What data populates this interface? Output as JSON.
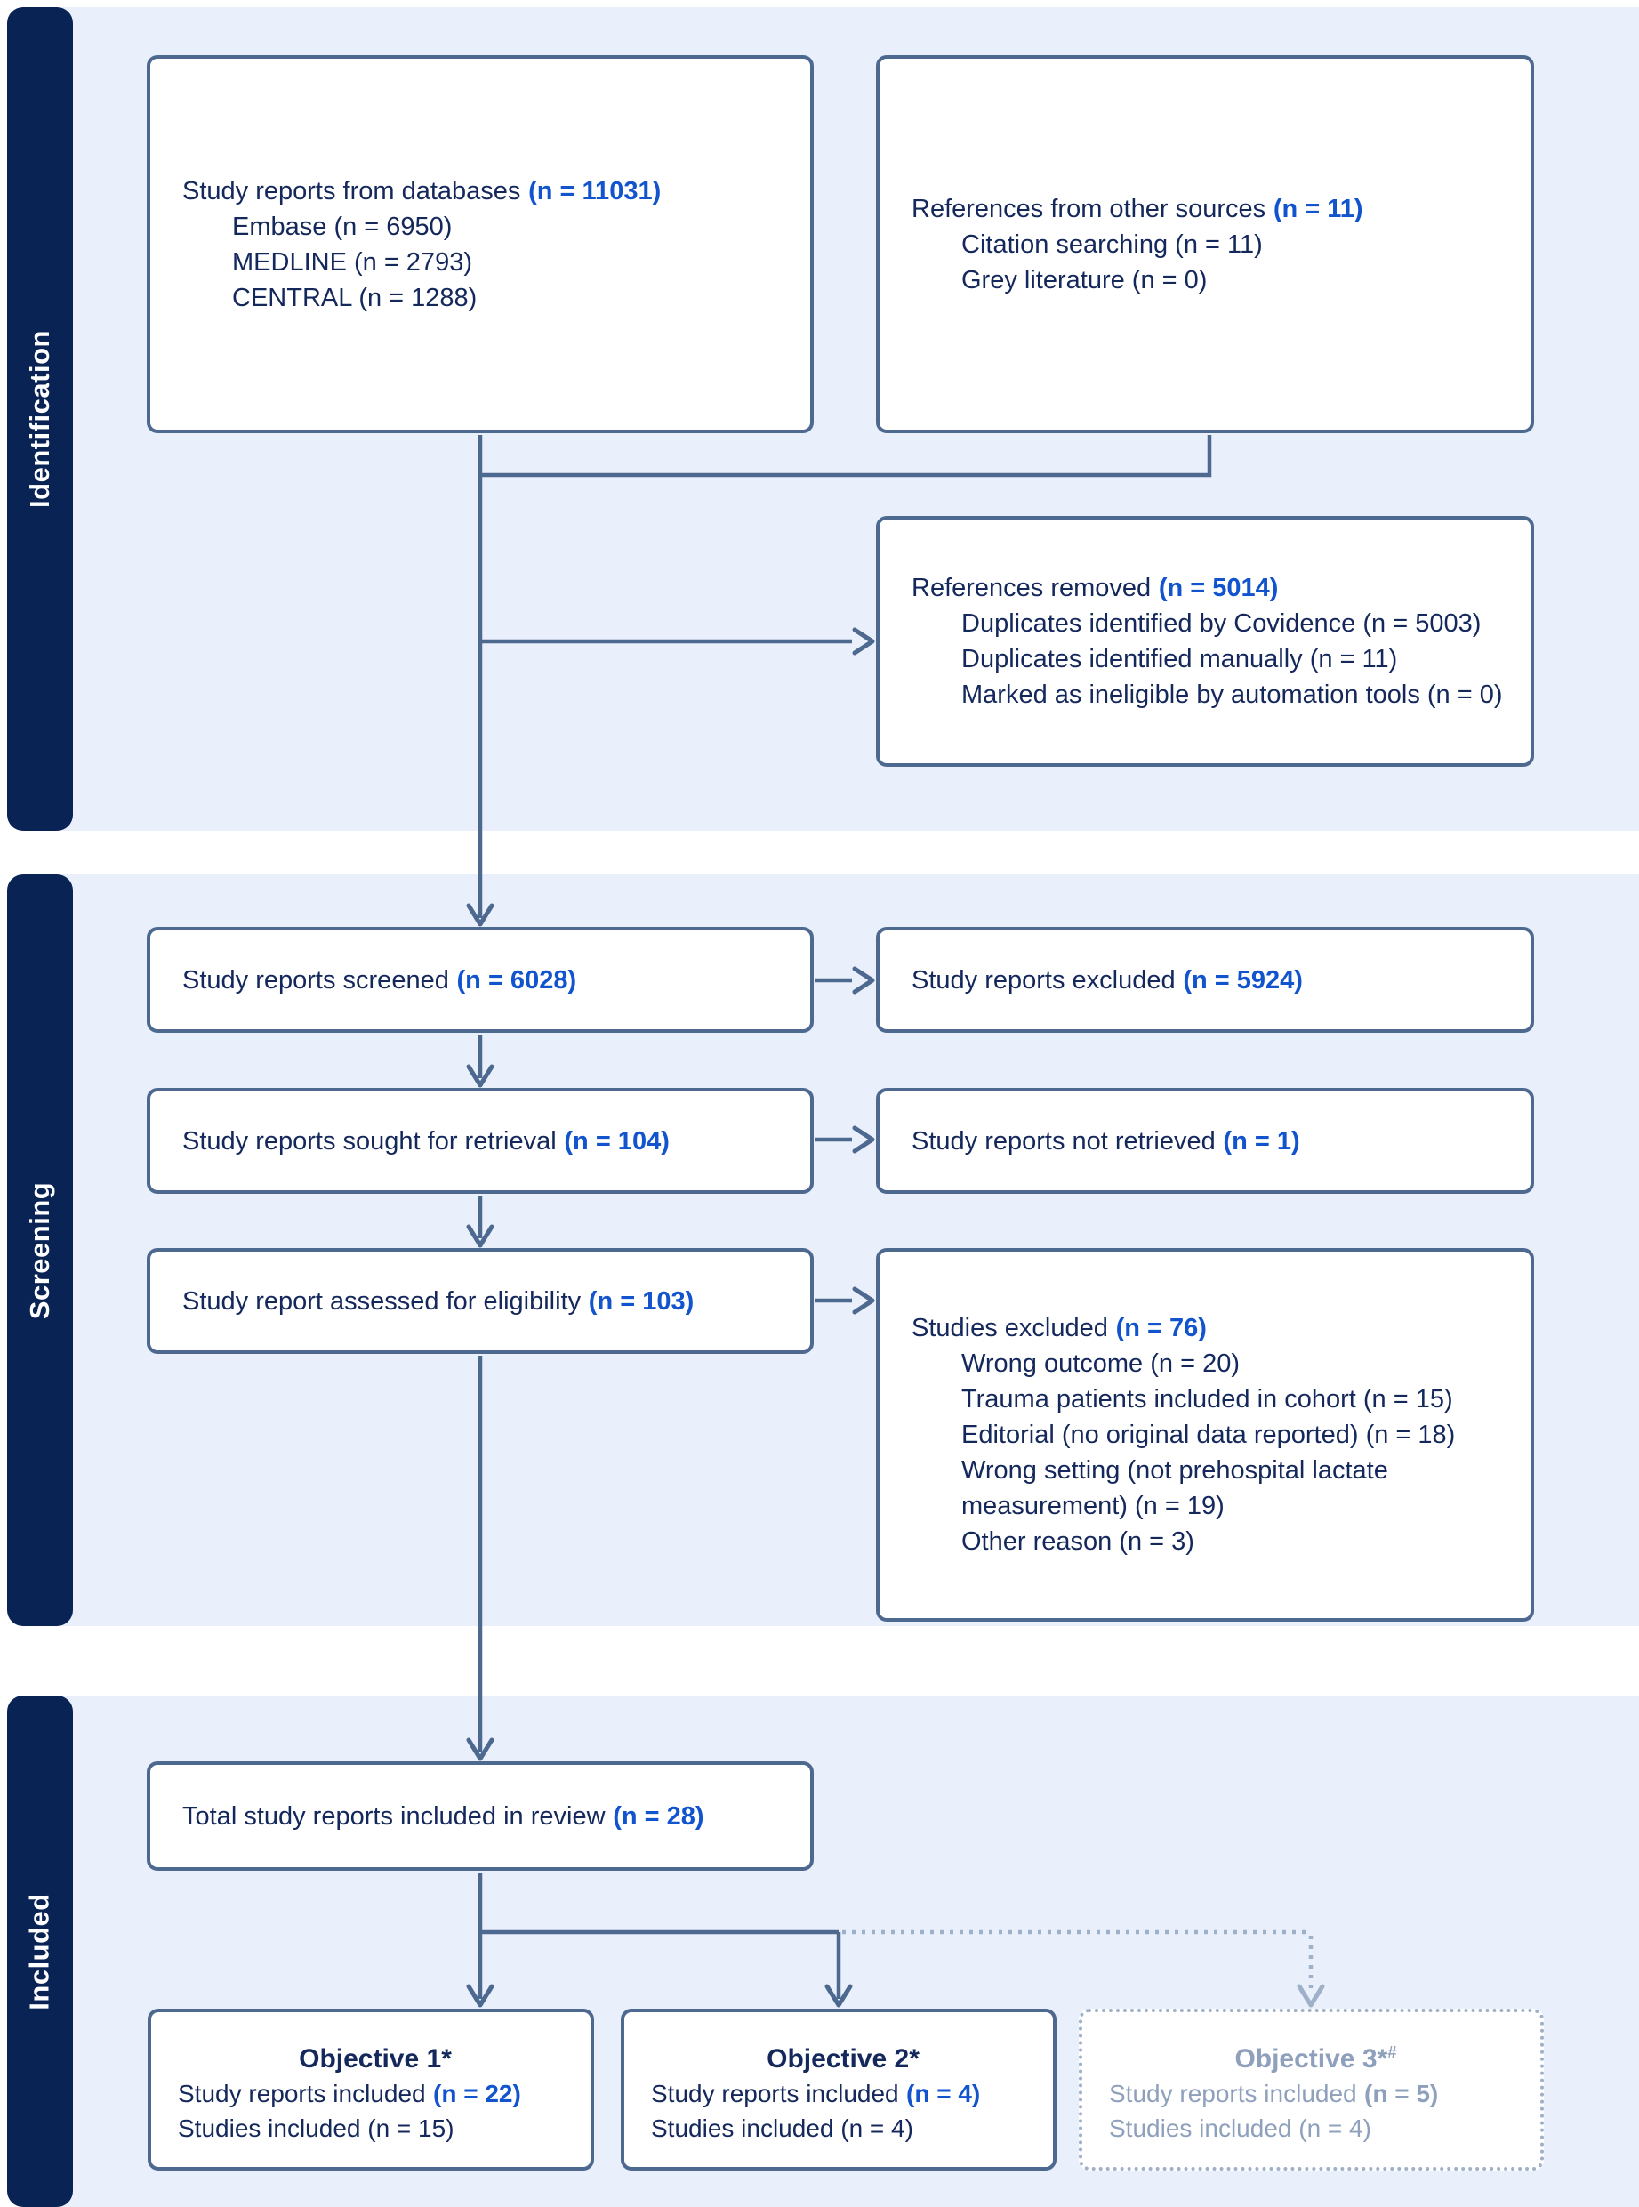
{
  "colors": {
    "panel_bg": "#e9f0fb",
    "sidebar_bg": "#0a2355",
    "box_border": "#4e6990",
    "connector": "#4e6990",
    "text_navy": "#14285c",
    "accent_blue": "#1254cd",
    "muted_border": "#9fb0c9",
    "muted_text": "#8fa0bd"
  },
  "sidebar": {
    "identification": "Identification",
    "screening": "Screening",
    "included": "Included"
  },
  "boxes": {
    "databases": {
      "title": "Study reports from databases",
      "count": "(n = 11031)",
      "items": [
        "Embase (n = 6950)",
        "MEDLINE (n = 2793)",
        "CENTRAL (n = 1288)"
      ]
    },
    "other_sources": {
      "title": "References from other sources",
      "count": "(n = 11)",
      "items": [
        "Citation searching (n = 11)",
        "Grey literature (n = 0)"
      ]
    },
    "references_removed": {
      "title": "References removed",
      "count": "(n = 5014)",
      "items": [
        "Duplicates identified by Covidence (n = 5003)",
        "Duplicates identified manually (n = 11)",
        "Marked as ineligible by automation tools (n = 0)"
      ]
    },
    "screened": {
      "title": "Study reports screened",
      "count": "(n = 6028)"
    },
    "excluded": {
      "title": "Study reports excluded",
      "count": "(n = 5924)"
    },
    "sought": {
      "title": "Study reports sought for retrieval",
      "count": "(n = 104)"
    },
    "not_retrieved": {
      "title": "Study reports not retrieved",
      "count": "(n = 1)"
    },
    "assessed": {
      "title": "Study report assessed for eligibility",
      "count": "(n = 103)"
    },
    "studies_excluded": {
      "title": "Studies excluded",
      "count": "(n = 76)",
      "items": [
        "Wrong outcome (n = 20)",
        "Trauma patients included in cohort (n = 15)",
        "Editorial (no original data reported) (n = 18)",
        "Wrong setting (not prehospital lactate measurement) (n = 19)",
        "Other reason (n = 3)"
      ]
    },
    "total_included": {
      "title": "Total study reports included in review",
      "count": "(n = 28)"
    },
    "objective1": {
      "heading": "Objective 1*",
      "line1": "Study reports included",
      "count1": "(n = 22)",
      "line2": "Studies included (n = 15)"
    },
    "objective2": {
      "heading": "Objective 2*",
      "line1": "Study reports included",
      "count1": "(n = 4)",
      "line2": "Studies included (n = 4)"
    },
    "objective3": {
      "heading": "Objective 3*",
      "sup": "#",
      "line1": "Study reports included",
      "count1": "(n = 5)",
      "line2": "Studies included (n = 4)"
    }
  }
}
